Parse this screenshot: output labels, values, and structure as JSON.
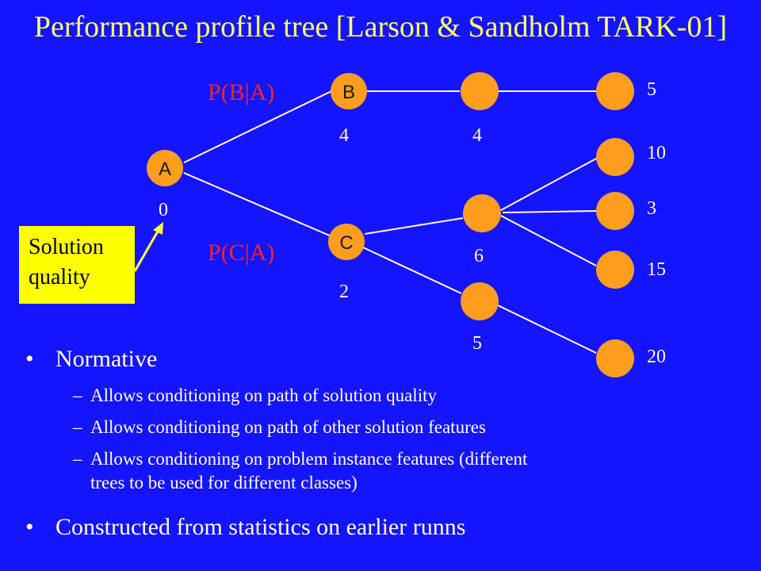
{
  "title": "Performance profile tree [Larson & Sandholm TARK-01]",
  "colors": {
    "background": "#1414ff",
    "title": "#ffff66",
    "node": "#ff9d1e",
    "prob_label": "#ff2222",
    "callout_bg": "#ffff00",
    "arrow": "#ffff44"
  },
  "tree": {
    "node_a_label": "A",
    "node_b_label": "B",
    "node_c_label": "C",
    "edge_ab_label": "P(B|A)",
    "edge_ac_label": "P(C|A)",
    "values": [
      "0",
      "4",
      "4",
      "5",
      "10",
      "3",
      "6",
      "15",
      "2",
      "5",
      "20"
    ]
  },
  "callout": {
    "line1": "Solution",
    "line2": "quality"
  },
  "bullets": {
    "first": "Normative",
    "subs": [
      "Allows conditioning on path of solution quality",
      "Allows conditioning on path of other solution features",
      "Allows conditioning on problem instance features (different",
      "trees to be used for different classes)"
    ],
    "second": "Constructed from statistics on earlier runns",
    "bullet_glyph": "•",
    "dash_glyph": "–"
  }
}
